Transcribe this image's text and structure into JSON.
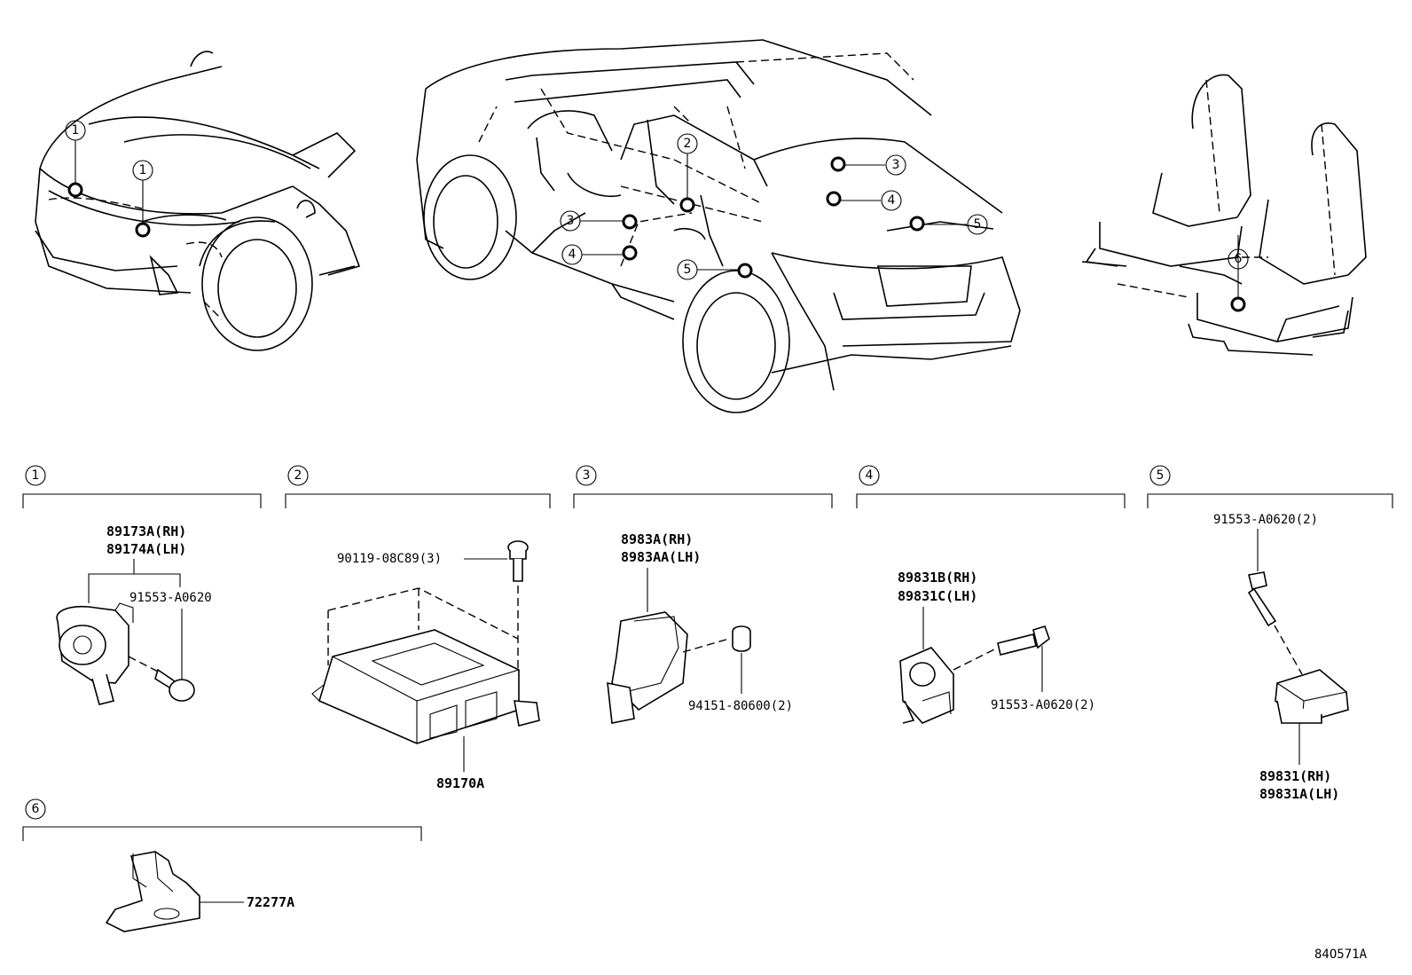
{
  "callouts": [
    "1",
    "2",
    "3",
    "4",
    "5",
    "6"
  ],
  "sections": [
    {
      "id": "1",
      "labels": [
        "89173A(RH)",
        "89174A(LH)",
        "91553-A0620"
      ]
    },
    {
      "id": "2",
      "labels": [
        "90119-08C89(3)",
        "89170A"
      ]
    },
    {
      "id": "3",
      "labels": [
        "8983A(RH)",
        "8983AA(LH)",
        "94151-80600(2)"
      ]
    },
    {
      "id": "4",
      "labels": [
        "89831B(RH)",
        "89831C(LH)",
        "91553-A0620(2)"
      ]
    },
    {
      "id": "5",
      "labels": [
        "91553-A0620(2)",
        "89831(RH)",
        "89831A(LH)"
      ]
    },
    {
      "id": "6",
      "labels": [
        "72277A"
      ]
    }
  ],
  "figure_code": "84O571A"
}
